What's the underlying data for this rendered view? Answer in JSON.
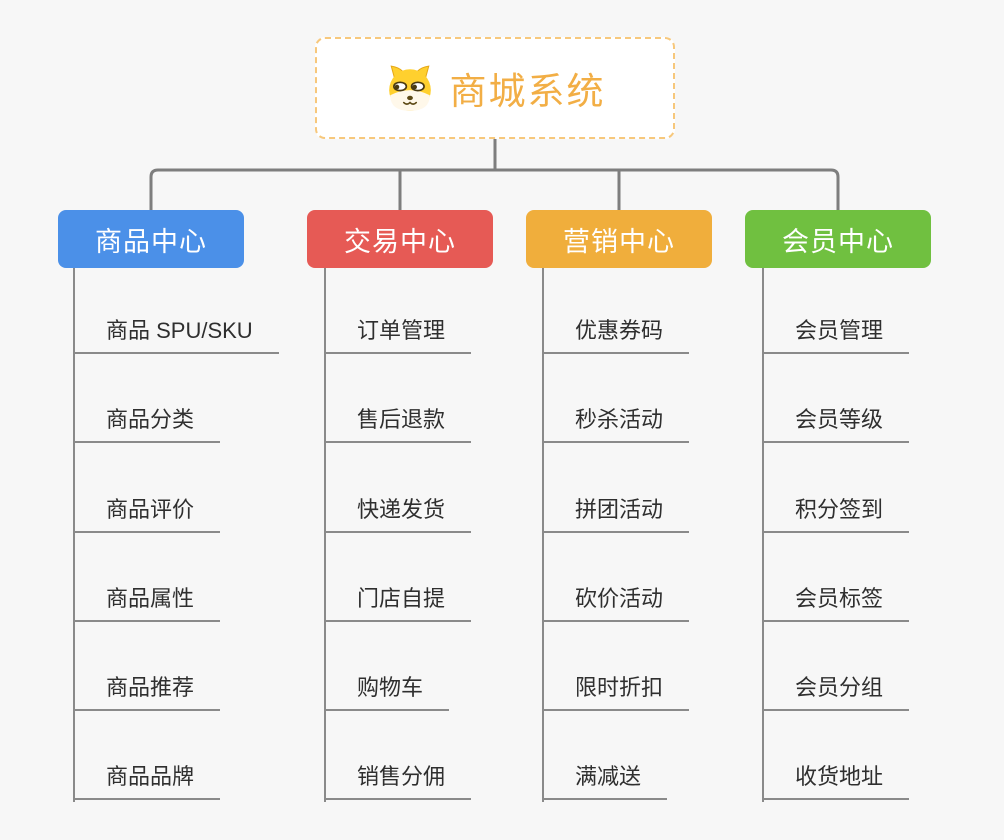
{
  "root": {
    "title": "商城系统",
    "icon": "shiba-dog-icon"
  },
  "branches": [
    {
      "id": "product-center",
      "label": "商品中心",
      "color": "#4B90E8",
      "children": [
        "商品 SPU/SKU",
        "商品分类",
        "商品评价",
        "商品属性",
        "商品推荐",
        "商品品牌"
      ]
    },
    {
      "id": "trade-center",
      "label": "交易中心",
      "color": "#E65A55",
      "children": [
        "订单管理",
        "售后退款",
        "快递发货",
        "门店自提",
        "购物车",
        "销售分佣"
      ]
    },
    {
      "id": "marketing-center",
      "label": "营销中心",
      "color": "#F0AE3C",
      "children": [
        "优惠券码",
        "秒杀活动",
        "拼团活动",
        "砍价活动",
        "限时折扣",
        "满减送"
      ]
    },
    {
      "id": "member-center",
      "label": "会员中心",
      "color": "#70C040",
      "children": [
        "会员管理",
        "会员等级",
        "积分签到",
        "会员标签",
        "会员分组",
        "收货地址"
      ]
    }
  ],
  "colors": {
    "background": "#F7F7F7",
    "root_border": "#F7C87C",
    "root_text": "#F2AE45",
    "top_connector": "#7E7E7E",
    "leaf_line": "#8A8A8A",
    "leaf_text": "#2F2F2F"
  }
}
